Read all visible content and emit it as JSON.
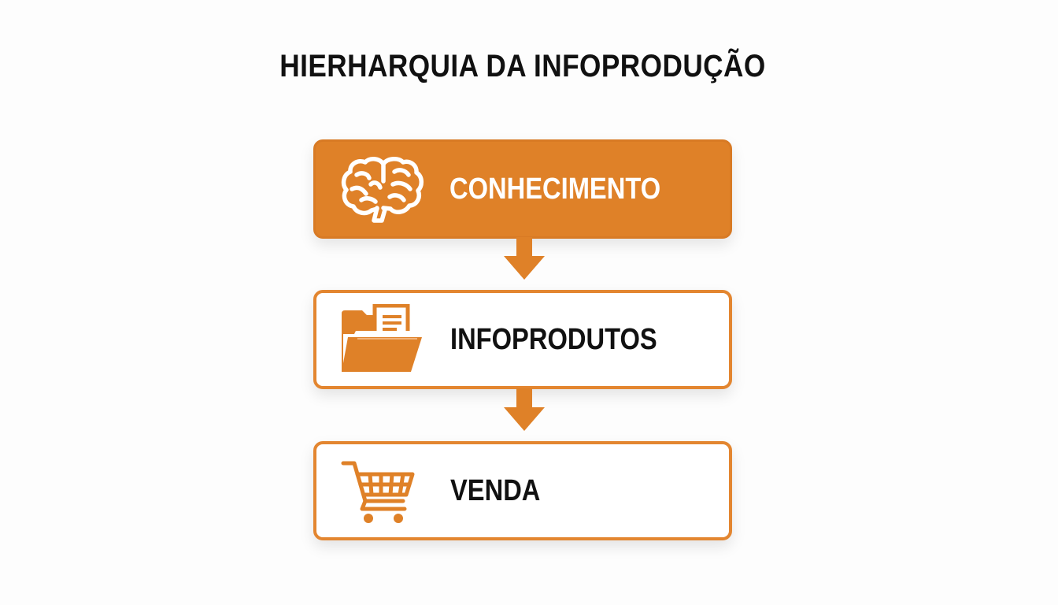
{
  "title": "HIERHARQUIA DA INFOPRODUÇÃO",
  "colors": {
    "accent": "#df8128",
    "text": "#111111",
    "background": "#fdfdfd"
  },
  "levels": [
    {
      "label": "CONHECIMENTO",
      "icon": "brain-icon",
      "style": "filled"
    },
    {
      "label": "INFOPRODUTOS",
      "icon": "folder-icon",
      "style": "outline"
    },
    {
      "label": "VENDA",
      "icon": "shopping-cart-icon",
      "style": "outline"
    }
  ],
  "connectors": [
    "arrow-down-icon",
    "arrow-down-icon"
  ]
}
